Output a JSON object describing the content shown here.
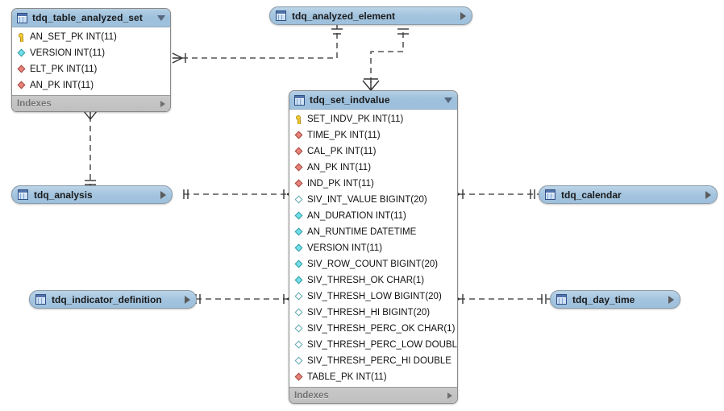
{
  "diagram": {
    "type": "er-diagram",
    "background": "#ffffff",
    "header_color": "#9ec1dd",
    "index_bar_color": "#c4c4c4",
    "line_color": "#333333",
    "icons": {
      "table": "table-icon",
      "primary_key": "key-icon",
      "foreign_key": "red-diamond-icon",
      "not_null": "cyan-filled-diamond-icon",
      "nullable": "white-diamond-icon",
      "collapse": "triangle-down-icon",
      "expand": "triangle-right-icon"
    }
  },
  "tables": {
    "table_analyzed_set": {
      "name": "tdq_table_analyzed_set",
      "expanded": true,
      "indexes_label": "Indexes",
      "columns": [
        {
          "icon": "primary_key",
          "label": "AN_SET_PK INT(11)"
        },
        {
          "icon": "not_null",
          "label": "VERSION INT(11)"
        },
        {
          "icon": "foreign_key",
          "label": "ELT_PK INT(11)"
        },
        {
          "icon": "foreign_key",
          "label": "AN_PK INT(11)"
        }
      ]
    },
    "analyzed_element": {
      "name": "tdq_analyzed_element",
      "expanded": false
    },
    "set_indvalue": {
      "name": "tdq_set_indvalue",
      "expanded": true,
      "indexes_label": "Indexes",
      "columns": [
        {
          "icon": "primary_key",
          "label": "SET_INDV_PK INT(11)"
        },
        {
          "icon": "foreign_key",
          "label": "TIME_PK INT(11)"
        },
        {
          "icon": "foreign_key",
          "label": "CAL_PK INT(11)"
        },
        {
          "icon": "foreign_key",
          "label": "AN_PK INT(11)"
        },
        {
          "icon": "foreign_key",
          "label": "IND_PK INT(11)"
        },
        {
          "icon": "nullable",
          "label": "SIV_INT_VALUE BIGINT(20)"
        },
        {
          "icon": "not_null",
          "label": "AN_DURATION INT(11)"
        },
        {
          "icon": "not_null",
          "label": "AN_RUNTIME DATETIME"
        },
        {
          "icon": "not_null",
          "label": "VERSION INT(11)"
        },
        {
          "icon": "not_null",
          "label": "SIV_ROW_COUNT BIGINT(20)"
        },
        {
          "icon": "not_null",
          "label": "SIV_THRESH_OK CHAR(1)"
        },
        {
          "icon": "nullable",
          "label": "SIV_THRESH_LOW BIGINT(20)"
        },
        {
          "icon": "nullable",
          "label": "SIV_THRESH_HI BIGINT(20)"
        },
        {
          "icon": "nullable",
          "label": "SIV_THRESH_PERC_OK CHAR(1)"
        },
        {
          "icon": "nullable",
          "label": "SIV_THRESH_PERC_LOW DOUBLE"
        },
        {
          "icon": "nullable",
          "label": "SIV_THRESH_PERC_HI DOUBLE"
        },
        {
          "icon": "foreign_key",
          "label": "TABLE_PK INT(11)"
        }
      ]
    },
    "analysis": {
      "name": "tdq_analysis",
      "expanded": false
    },
    "calendar": {
      "name": "tdq_calendar",
      "expanded": false
    },
    "indicator_definition": {
      "name": "tdq_indicator_definition",
      "expanded": false
    },
    "day_time": {
      "name": "tdq_day_time",
      "expanded": false
    }
  },
  "relationships": [
    {
      "name": "table-analyzed-set-to-set-indvalue",
      "from": "tdq_table_analyzed_set",
      "to": "tdq_set_indvalue",
      "from_card": "many",
      "to_card": "one"
    },
    {
      "name": "analyzed-element-to-set-indvalue",
      "from": "tdq_analyzed_element",
      "to": "tdq_set_indvalue",
      "from_card": "one",
      "to_card": "many"
    },
    {
      "name": "table-analyzed-set-to-analysis",
      "from": "tdq_table_analyzed_set",
      "to": "tdq_analysis",
      "from_card": "many",
      "to_card": "one"
    },
    {
      "name": "analysis-to-set-indvalue",
      "from": "tdq_analysis",
      "to": "tdq_set_indvalue",
      "from_card": "one",
      "to_card": "many"
    },
    {
      "name": "set-indvalue-to-calendar",
      "from": "tdq_set_indvalue",
      "to": "tdq_calendar",
      "from_card": "many",
      "to_card": "one"
    },
    {
      "name": "indicator-definition-to-set-indvalue",
      "from": "tdq_indicator_definition",
      "to": "tdq_set_indvalue",
      "from_card": "one",
      "to_card": "many"
    },
    {
      "name": "set-indvalue-to-day-time",
      "from": "tdq_set_indvalue",
      "to": "tdq_day_time",
      "from_card": "many",
      "to_card": "one"
    }
  ]
}
